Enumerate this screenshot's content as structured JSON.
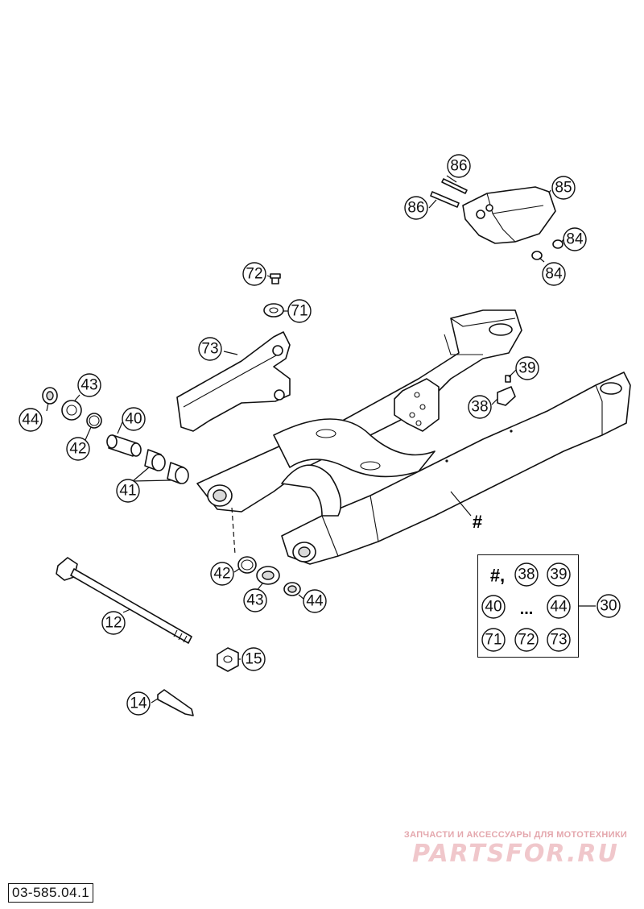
{
  "drawing_code": "03-585.04.1",
  "frame_marker": "#",
  "callouts": {
    "c86a": "86",
    "c86b": "86",
    "c85": "85",
    "c84a": "84",
    "c84b": "84",
    "c72": "72",
    "c71": "71",
    "c73": "73",
    "c39": "39",
    "c38": "38",
    "c43a": "43",
    "c44a": "44",
    "c40": "40",
    "c42a": "42",
    "c41": "41",
    "c42b": "42",
    "c43b": "43",
    "c44b": "44",
    "c12": "12",
    "c15": "15",
    "c14": "14",
    "c30": "30"
  },
  "legend": {
    "hash": "#,",
    "ellipsis": "...",
    "items": [
      "38",
      "39",
      "40",
      "44",
      "71",
      "72",
      "73"
    ]
  },
  "watermark": {
    "caption": "ЗАПЧАСТИ И АКСЕССУАРЫ ДЛЯ МОТОТЕХНИКИ",
    "logo": "PARTSFOR.RU"
  },
  "colors": {
    "line": "#111111",
    "watermark": "#f0c7cb",
    "background": "#ffffff"
  }
}
